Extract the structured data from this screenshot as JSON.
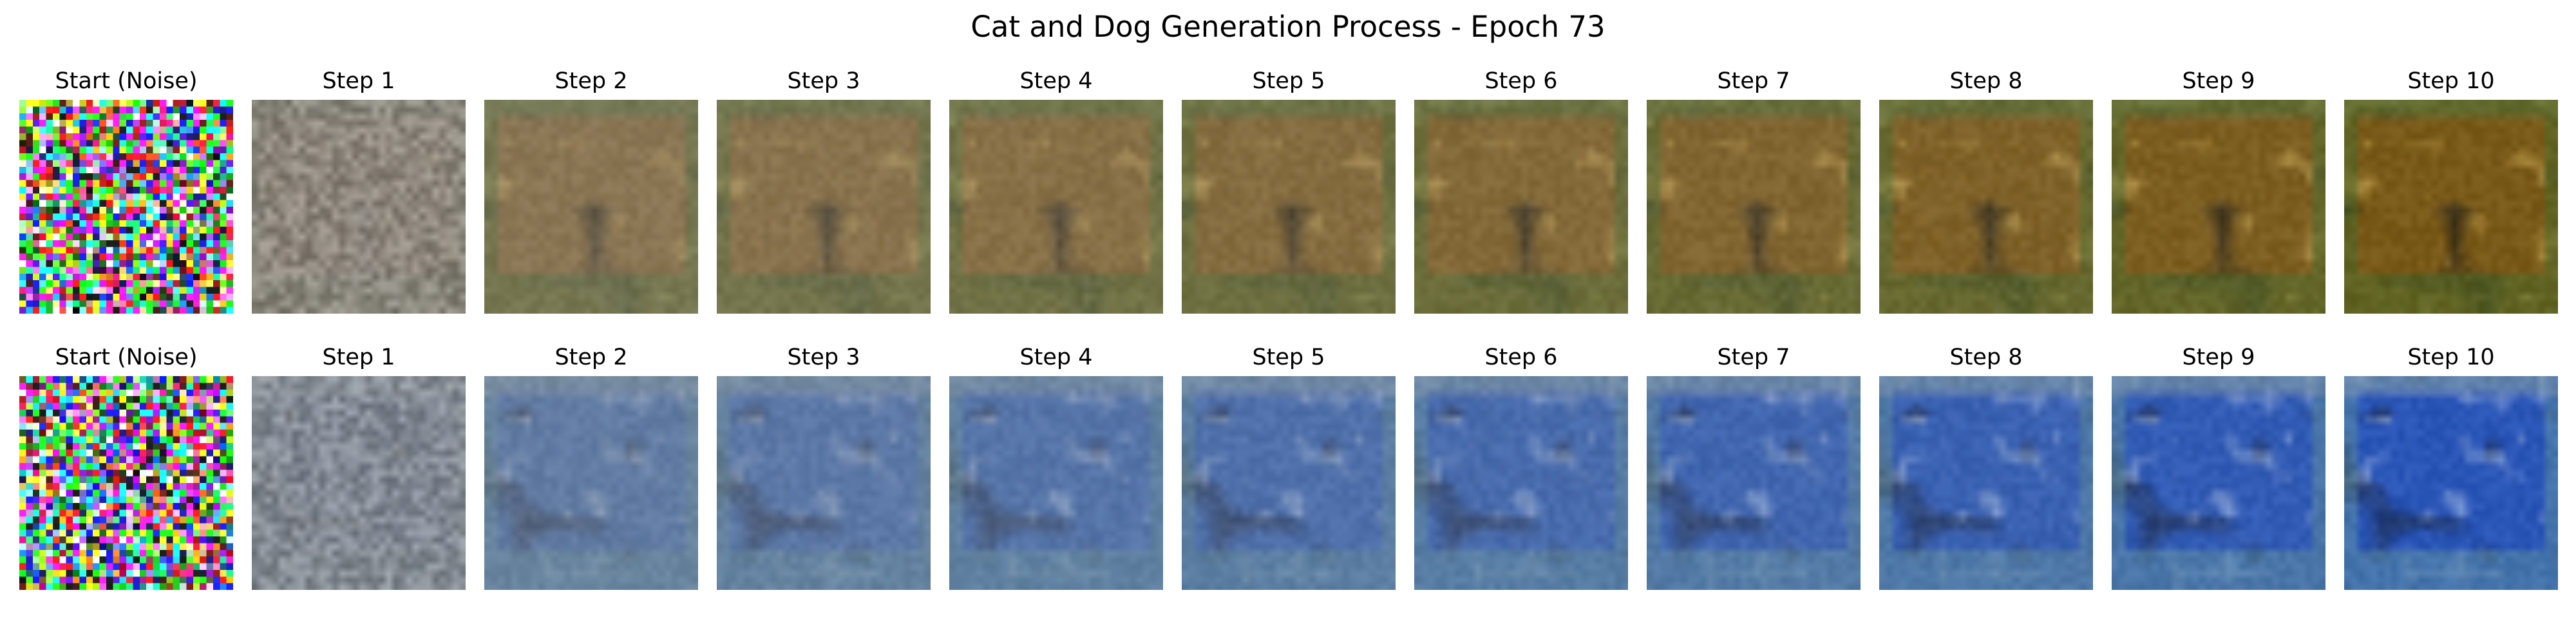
{
  "figure": {
    "title": "Cat and Dog Generation Process - Epoch 73"
  },
  "rows": [
    {
      "panels": [
        {
          "title": "Start (Noise)",
          "stage": "noise"
        },
        {
          "title": "Step 1",
          "stage": 1
        },
        {
          "title": "Step 2",
          "stage": 2
        },
        {
          "title": "Step 3",
          "stage": 3
        },
        {
          "title": "Step 4",
          "stage": 4
        },
        {
          "title": "Step 5",
          "stage": 5
        },
        {
          "title": "Step 6",
          "stage": 6
        },
        {
          "title": "Step 7",
          "stage": 7
        },
        {
          "title": "Step 8",
          "stage": 8
        },
        {
          "title": "Step 9",
          "stage": 9
        },
        {
          "title": "Step 10",
          "stage": 10
        }
      ],
      "palette": {
        "gray": "#8e8a86",
        "base": "#8a6a36",
        "final": "#7a5a18",
        "dark": "#2c2718",
        "highlight": "#e8c870",
        "green": "#4a6a2a",
        "border": "#5e6e3a"
      }
    },
    {
      "panels": [
        {
          "title": "Start (Noise)",
          "stage": "noise"
        },
        {
          "title": "Step 1",
          "stage": 1
        },
        {
          "title": "Step 2",
          "stage": 2
        },
        {
          "title": "Step 3",
          "stage": 3
        },
        {
          "title": "Step 4",
          "stage": 4
        },
        {
          "title": "Step 5",
          "stage": 5
        },
        {
          "title": "Step 6",
          "stage": 6
        },
        {
          "title": "Step 7",
          "stage": 7
        },
        {
          "title": "Step 8",
          "stage": 8
        },
        {
          "title": "Step 9",
          "stage": 9
        },
        {
          "title": "Step 10",
          "stage": 10
        }
      ],
      "palette": {
        "gray": "#8a8c90",
        "base": "#4a74b0",
        "final": "#2a56b8",
        "dark": "#1a2236",
        "highlight": "#c8d8f0",
        "green": "#5a8aa0",
        "border": "#8a9ab0"
      }
    }
  ]
}
